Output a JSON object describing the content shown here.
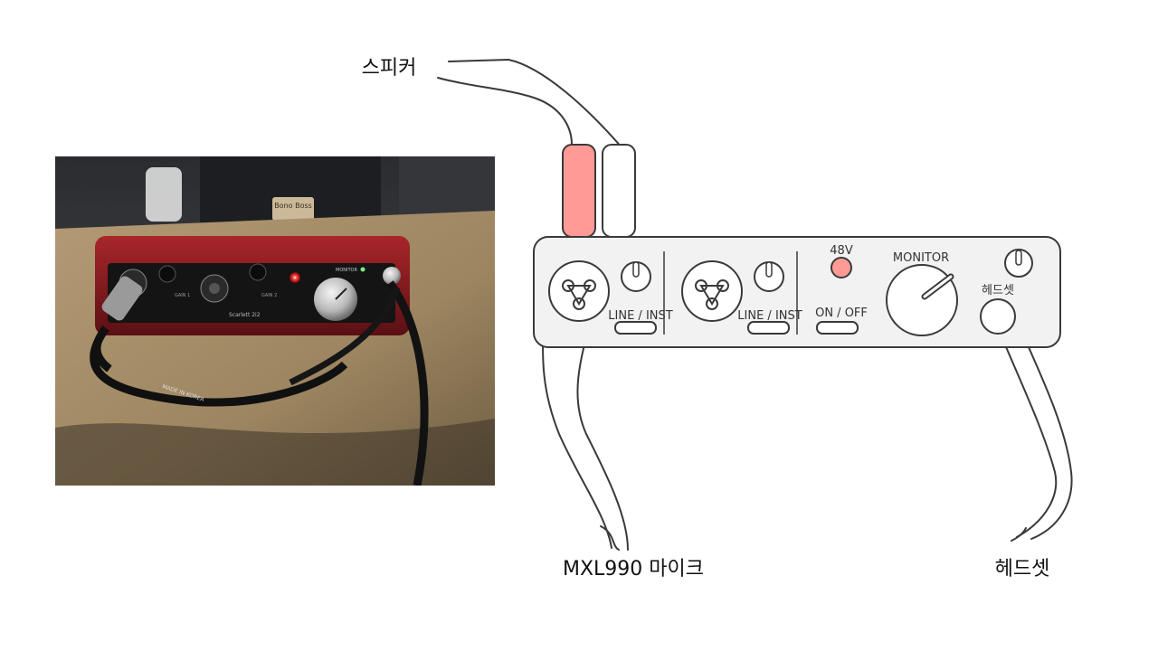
{
  "labels": {
    "speaker": "스피커",
    "mic": "MXL990 마이크",
    "headset": "헤드셋",
    "headset_small": "헤드셋"
  },
  "panel": {
    "line_inst_1": "LINE / INST",
    "line_inst_2": "LINE / INST",
    "phantom": "48V",
    "on_off": "ON / OFF",
    "monitor": "MONITOR"
  },
  "photo": {
    "brand_sign": "Bono Boss",
    "device_model": "Scarlett 2i2",
    "cable_print": "MADE IN KOREA",
    "knob_label_1": "GAIN 1",
    "knob_label_2": "GAIN 2",
    "monitor_label": "MONITOR"
  },
  "colors": {
    "accent_red": "#ff9a96",
    "stroke": "#3a3a3a",
    "panel_fill": "#f2f2f2"
  }
}
